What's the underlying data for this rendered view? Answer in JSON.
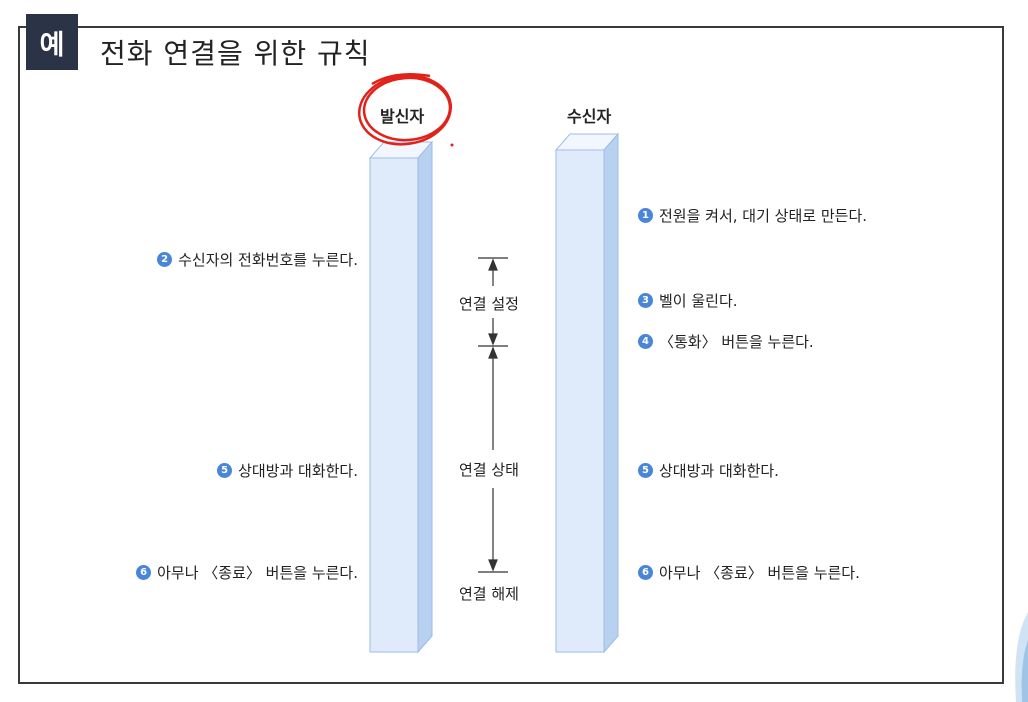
{
  "badge": "예",
  "title": "전화 연결을 위한 규칙",
  "columns": {
    "caller": "발신자",
    "receiver": "수신자"
  },
  "caller_steps": [
    {
      "num": "2",
      "text": "수신자의 전화번호를 누른다."
    },
    {
      "num": "5",
      "text": "상대방과 대화한다."
    },
    {
      "num": "6",
      "text": "아무나 〈종료〉 버튼을 누른다."
    }
  ],
  "receiver_steps": [
    {
      "num": "1",
      "text": "전원을 켜서, 대기 상태로 만든다."
    },
    {
      "num": "3",
      "text": "벨이 울린다."
    },
    {
      "num": "4",
      "text": "〈통화〉 버튼을 누른다."
    },
    {
      "num": "5",
      "text": "상대방과 대화한다."
    },
    {
      "num": "6",
      "text": "아무나 〈종료〉 버튼을 누른다."
    }
  ],
  "phases": {
    "setup": "연결 설정",
    "state": "연결 상태",
    "release": "연결 해제"
  },
  "colors": {
    "badge_bg": "#2b3346",
    "pillar_front": "#dfeafb",
    "pillar_edge": "#9dbde6",
    "number_circle": "#4a86d8",
    "highlight": "#e0221b"
  }
}
